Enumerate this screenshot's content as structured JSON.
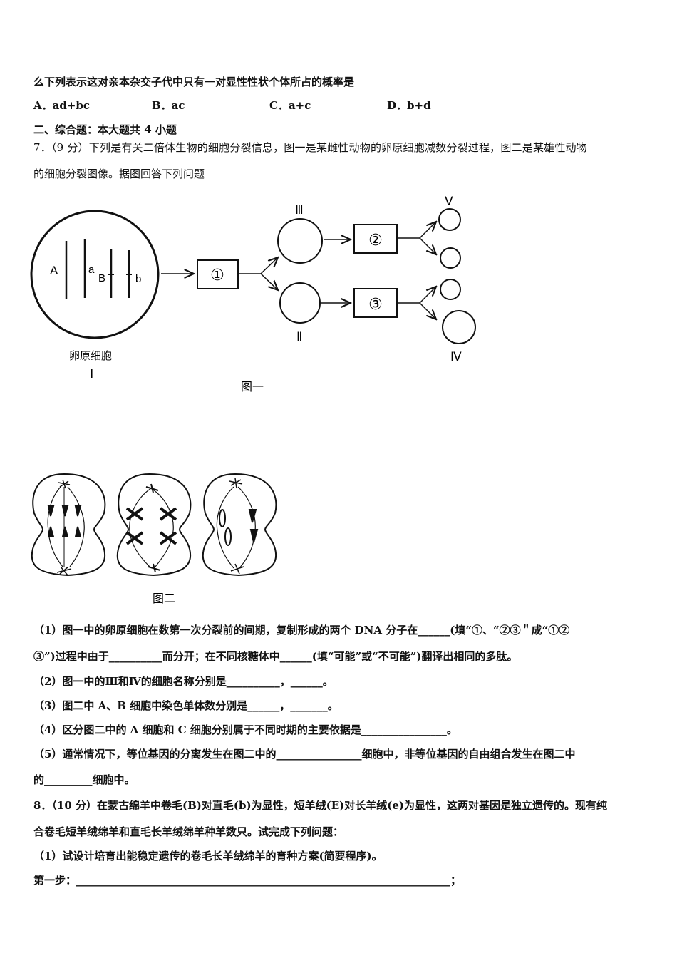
{
  "q6_tail": "么下列表示这对亲本杂交子代中只有一对显性性状个体所占的概率是",
  "q6_options": [
    "A．ad+bc",
    "B．ac",
    "C．a+c",
    "D．b+d"
  ],
  "section2_title": "二、综合题：本大题共 4 小题",
  "q7": {
    "intro_line1": "7．（9 分）下列是有关二倍体生物的细胞分裂信息，图一是某雌性动物的卵原细胞减数分裂过程，图二是某雄性动物",
    "intro_line2": "的细胞分裂图像。据图回答下列问题",
    "fig1": {
      "caption": "图一",
      "cell_name": "卵原细胞",
      "label_I": "Ⅰ",
      "label_II": "Ⅱ",
      "label_III": "Ⅲ",
      "label_IV": "Ⅳ",
      "label_V": "Ⅴ",
      "step1": "①",
      "step2": "②",
      "step3": "③",
      "gene_A": "A",
      "gene_a": "a",
      "gene_B": "B",
      "gene_b": "b"
    },
    "fig2": {
      "caption": "图二"
    },
    "sub1_line1": "（1）图一中的卵原细胞在数第一次分裂前的间期，复制形成的两个 DNA 分子在______(填“①、“②③＂成“①②",
    "sub1_line2": "③”)过程中由于__________而分开；在不同核糖体中______(填“可能”或“不可能”)翻译出相同的多肽。",
    "sub2": "（2）图一中的Ⅲ和Ⅳ的细胞名称分别是__________，______。",
    "sub3": "（3）图二中 A、B 细胞中染色单体数分别是______，_______。",
    "sub4": "（4）区分图二中的 A 细胞和 C 细胞分别属于不同时期的主要依据是________________。",
    "sub5_line1": "（5）通常情况下，等位基因的分离发生在图二中的________________细胞中，非等位基因的自由组合发生在图二中",
    "sub5_line2": "的_________细胞中。"
  },
  "q8": {
    "intro_line1": "8．（10 分）在蒙古绵羊中卷毛(B)对直毛(b)为显性，短羊绒(E)对长羊绒(e)为显性，这两对基因是独立遗传的。现有纯",
    "intro_line2": "合卷毛短羊绒绵羊和直毛长羊绒绵羊种羊数只。试完成下列问题：",
    "sub1": "（1）试设计培育出能稳定遗传的卷毛长羊绒绵羊的育种方案(简要程序)。",
    "step1": "第一步：______________________________________________________________________；"
  }
}
